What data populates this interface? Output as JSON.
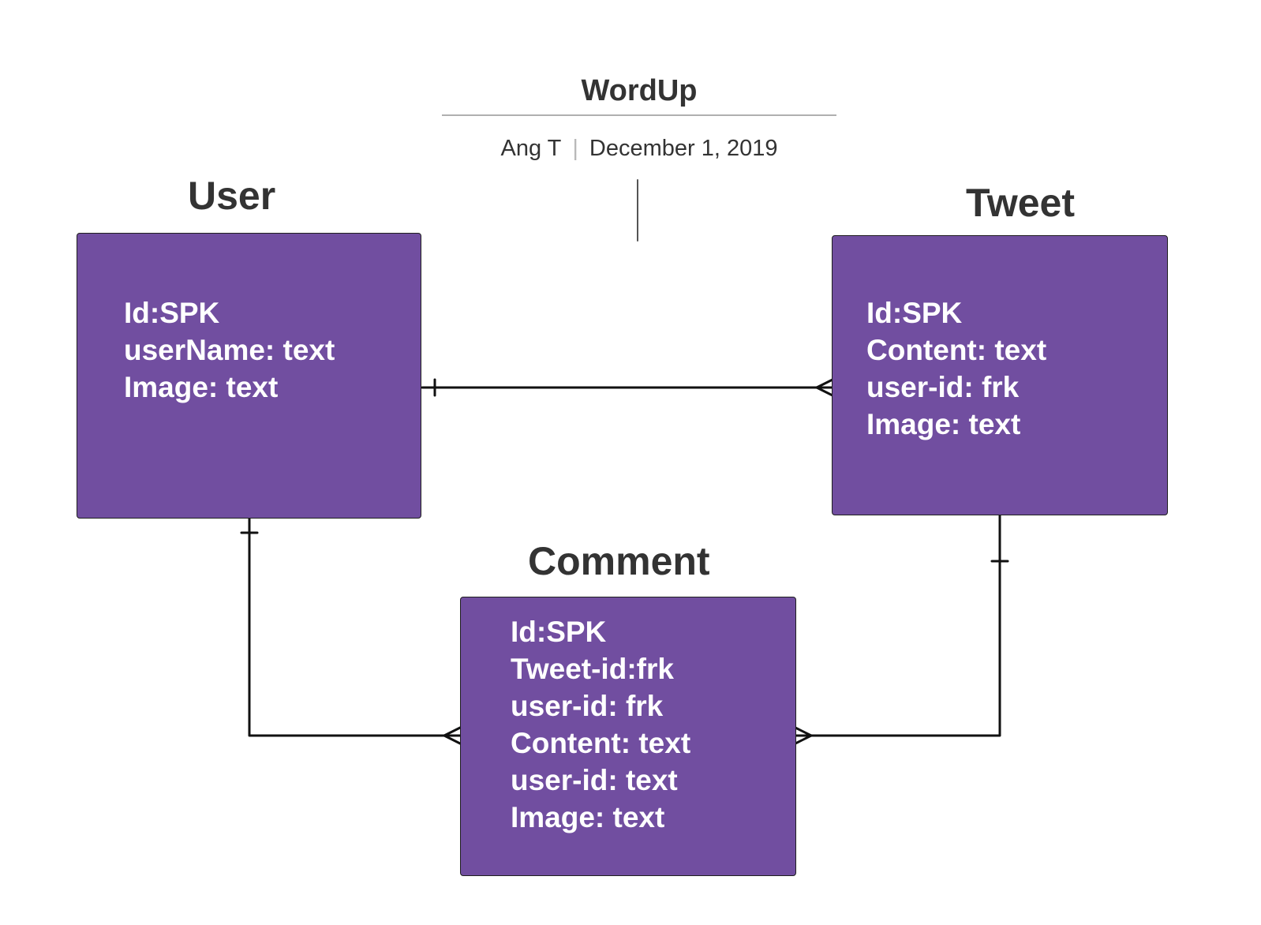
{
  "document": {
    "title": "WordUp",
    "author": "Ang T",
    "separator": "|",
    "date": "December 1, 2019"
  },
  "entities": {
    "user": {
      "name": "User",
      "fields": [
        "Id:SPK",
        "userName: text",
        "Image: text"
      ]
    },
    "tweet": {
      "name": "Tweet",
      "fields": [
        "Id:SPK",
        "Content: text",
        "user-id: frk",
        "Image: text"
      ]
    },
    "comment": {
      "name": "Comment",
      "fields": [
        "Id:SPK",
        "Tweet-id:frk",
        "user-id: frk",
        "Content: text",
        "user-id: text",
        "Image: text"
      ]
    }
  },
  "relationships": [
    {
      "from": "user",
      "to": "tweet",
      "from_cardinality": "one",
      "to_cardinality": "many"
    },
    {
      "from": "user",
      "to": "comment",
      "from_cardinality": "one",
      "to_cardinality": "many"
    },
    {
      "from": "tweet",
      "to": "comment",
      "from_cardinality": "one",
      "to_cardinality": "many"
    }
  ],
  "colors": {
    "entity_fill": "#714ea0",
    "entity_text": "#ffffff",
    "label_text": "#333333",
    "connector": "#111111"
  }
}
